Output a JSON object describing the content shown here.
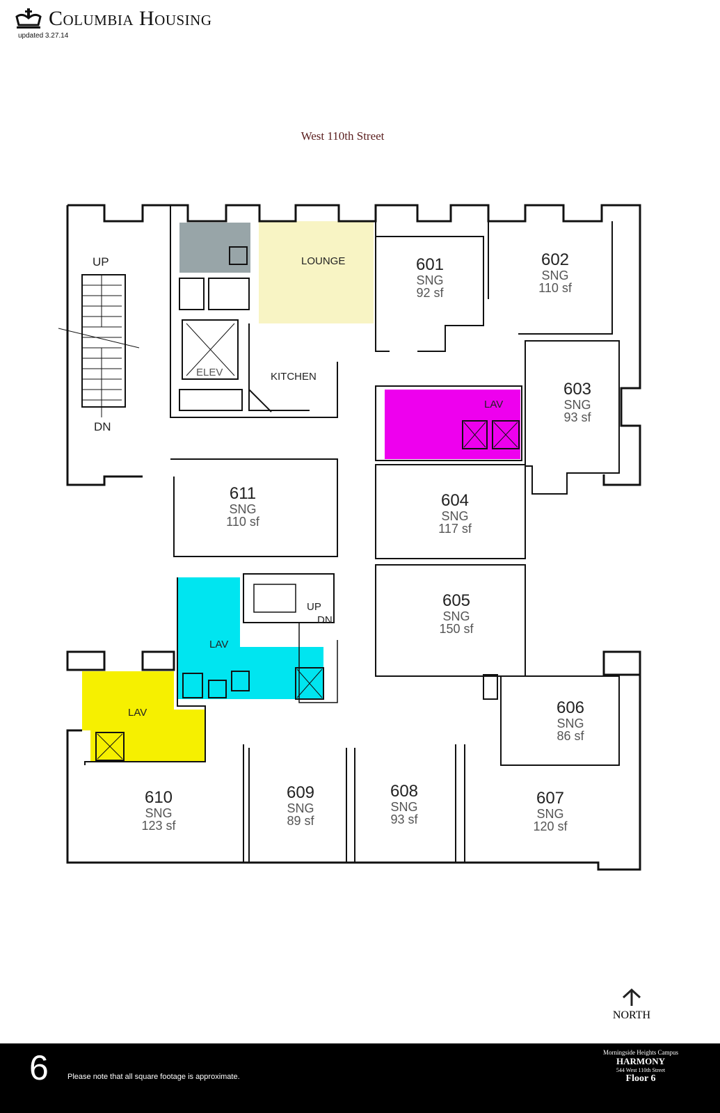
{
  "header": {
    "brand": "Columbia Housing",
    "updated": "updated 3.27.14"
  },
  "street_label": "West 110th Street",
  "rooms": [
    {
      "number": "601",
      "type": "SNG",
      "sf": "92 sf"
    },
    {
      "number": "602",
      "type": "SNG",
      "sf": "110 sf"
    },
    {
      "number": "603",
      "type": "SNG",
      "sf": "93 sf"
    },
    {
      "number": "604",
      "type": "SNG",
      "sf": "117 sf"
    },
    {
      "number": "605",
      "type": "SNG",
      "sf": "150 sf"
    },
    {
      "number": "606",
      "type": "SNG",
      "sf": "86 sf"
    },
    {
      "number": "607",
      "type": "SNG",
      "sf": "120 sf"
    },
    {
      "number": "608",
      "type": "SNG",
      "sf": "93 sf"
    },
    {
      "number": "609",
      "type": "SNG",
      "sf": "89 sf"
    },
    {
      "number": "610",
      "type": "SNG",
      "sf": "123 sf"
    },
    {
      "number": "611",
      "type": "SNG",
      "sf": "110 sf"
    }
  ],
  "spaces": {
    "lounge": "LOUNGE",
    "kitchen": "KITCHEN",
    "elev": "ELEV",
    "lav_magenta": "LAV",
    "lav_cyan": "LAV",
    "lav_yellow": "LAV",
    "stair_up": "UP",
    "stair_dn": "DN",
    "stair2_up": "UP",
    "stair2_dn": "DN"
  },
  "colors": {
    "gray": "#98a5a8",
    "lounge": "#f8f4c4",
    "magenta": "#ee00ee",
    "cyan": "#00e5f0",
    "yellow": "#f6f000"
  },
  "north_label": "NORTH",
  "footer": {
    "floor_number": "6",
    "note": "Please note that all square footage is approximate.",
    "campus": "Morningside Heights Campus",
    "building": "HARMONY",
    "address": "544 West 110th Street",
    "floor": "Floor 6"
  }
}
